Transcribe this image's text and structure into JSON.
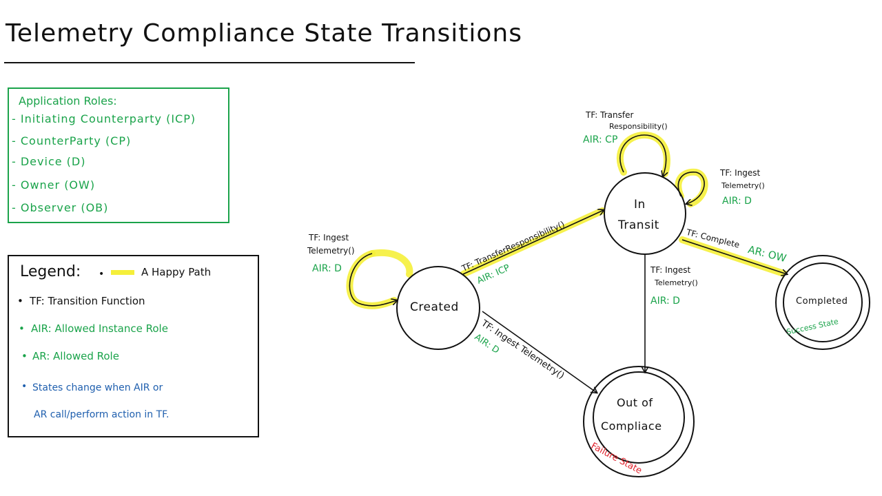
{
  "title": "Telemetry Compliance State Transitions",
  "roles": {
    "title": "Application Roles:",
    "items": [
      "- Initiating Counterparty (ICP)",
      "- CounterParty (CP)",
      "- Device (D)",
      "- Owner (OW)",
      "- Observer (OB)"
    ]
  },
  "legend": {
    "heading": "Legend:",
    "happy_path": "A Happy Path",
    "tf": "TF: Transition Function",
    "air": "AIR: Allowed Instance Role",
    "ar": "AR: Allowed Role",
    "note_line1": "States change when AIR or",
    "note_line2": "AR call/perform action in TF."
  },
  "states": {
    "created": "Created",
    "in_transit_1": "In",
    "in_transit_2": "Transit",
    "completed": "Completed",
    "completed_tag": "Success State",
    "ooc_1": "Out of",
    "ooc_2": "Compliace",
    "ooc_tag": "Failure State"
  },
  "transitions": {
    "created_self_tf1": "TF: Ingest",
    "created_self_tf2": "Telemetry()",
    "created_self_air": "AIR: D",
    "transfer_tf": "TF: TransferResponsibility()",
    "transfer_air": "AIR: ICP",
    "created_ooc_tf": "TF: Ingest Telemetry()",
    "created_ooc_air": "AIR: D",
    "transit_self_transfer_tf1": "TF: Transfer",
    "transit_self_transfer_tf2": "Responsibility()",
    "transit_self_transfer_air": "AIR: CP",
    "transit_self_ingest_tf1": "TF: Ingest",
    "transit_self_ingest_tf2": "Telemetry()",
    "transit_self_ingest_air": "AIR: D",
    "complete_tf": "TF: Complete",
    "complete_ar": "AR: OW",
    "transit_ooc_tf1": "TF: Ingest",
    "transit_ooc_tf2": "Telemetry()",
    "transit_ooc_air": "AIR: D"
  },
  "colors": {
    "happy_path": "#f5ef3a",
    "roles": "#1aa34a",
    "note": "#1f5fae",
    "failure": "#e0202a",
    "ink": "#111111"
  }
}
